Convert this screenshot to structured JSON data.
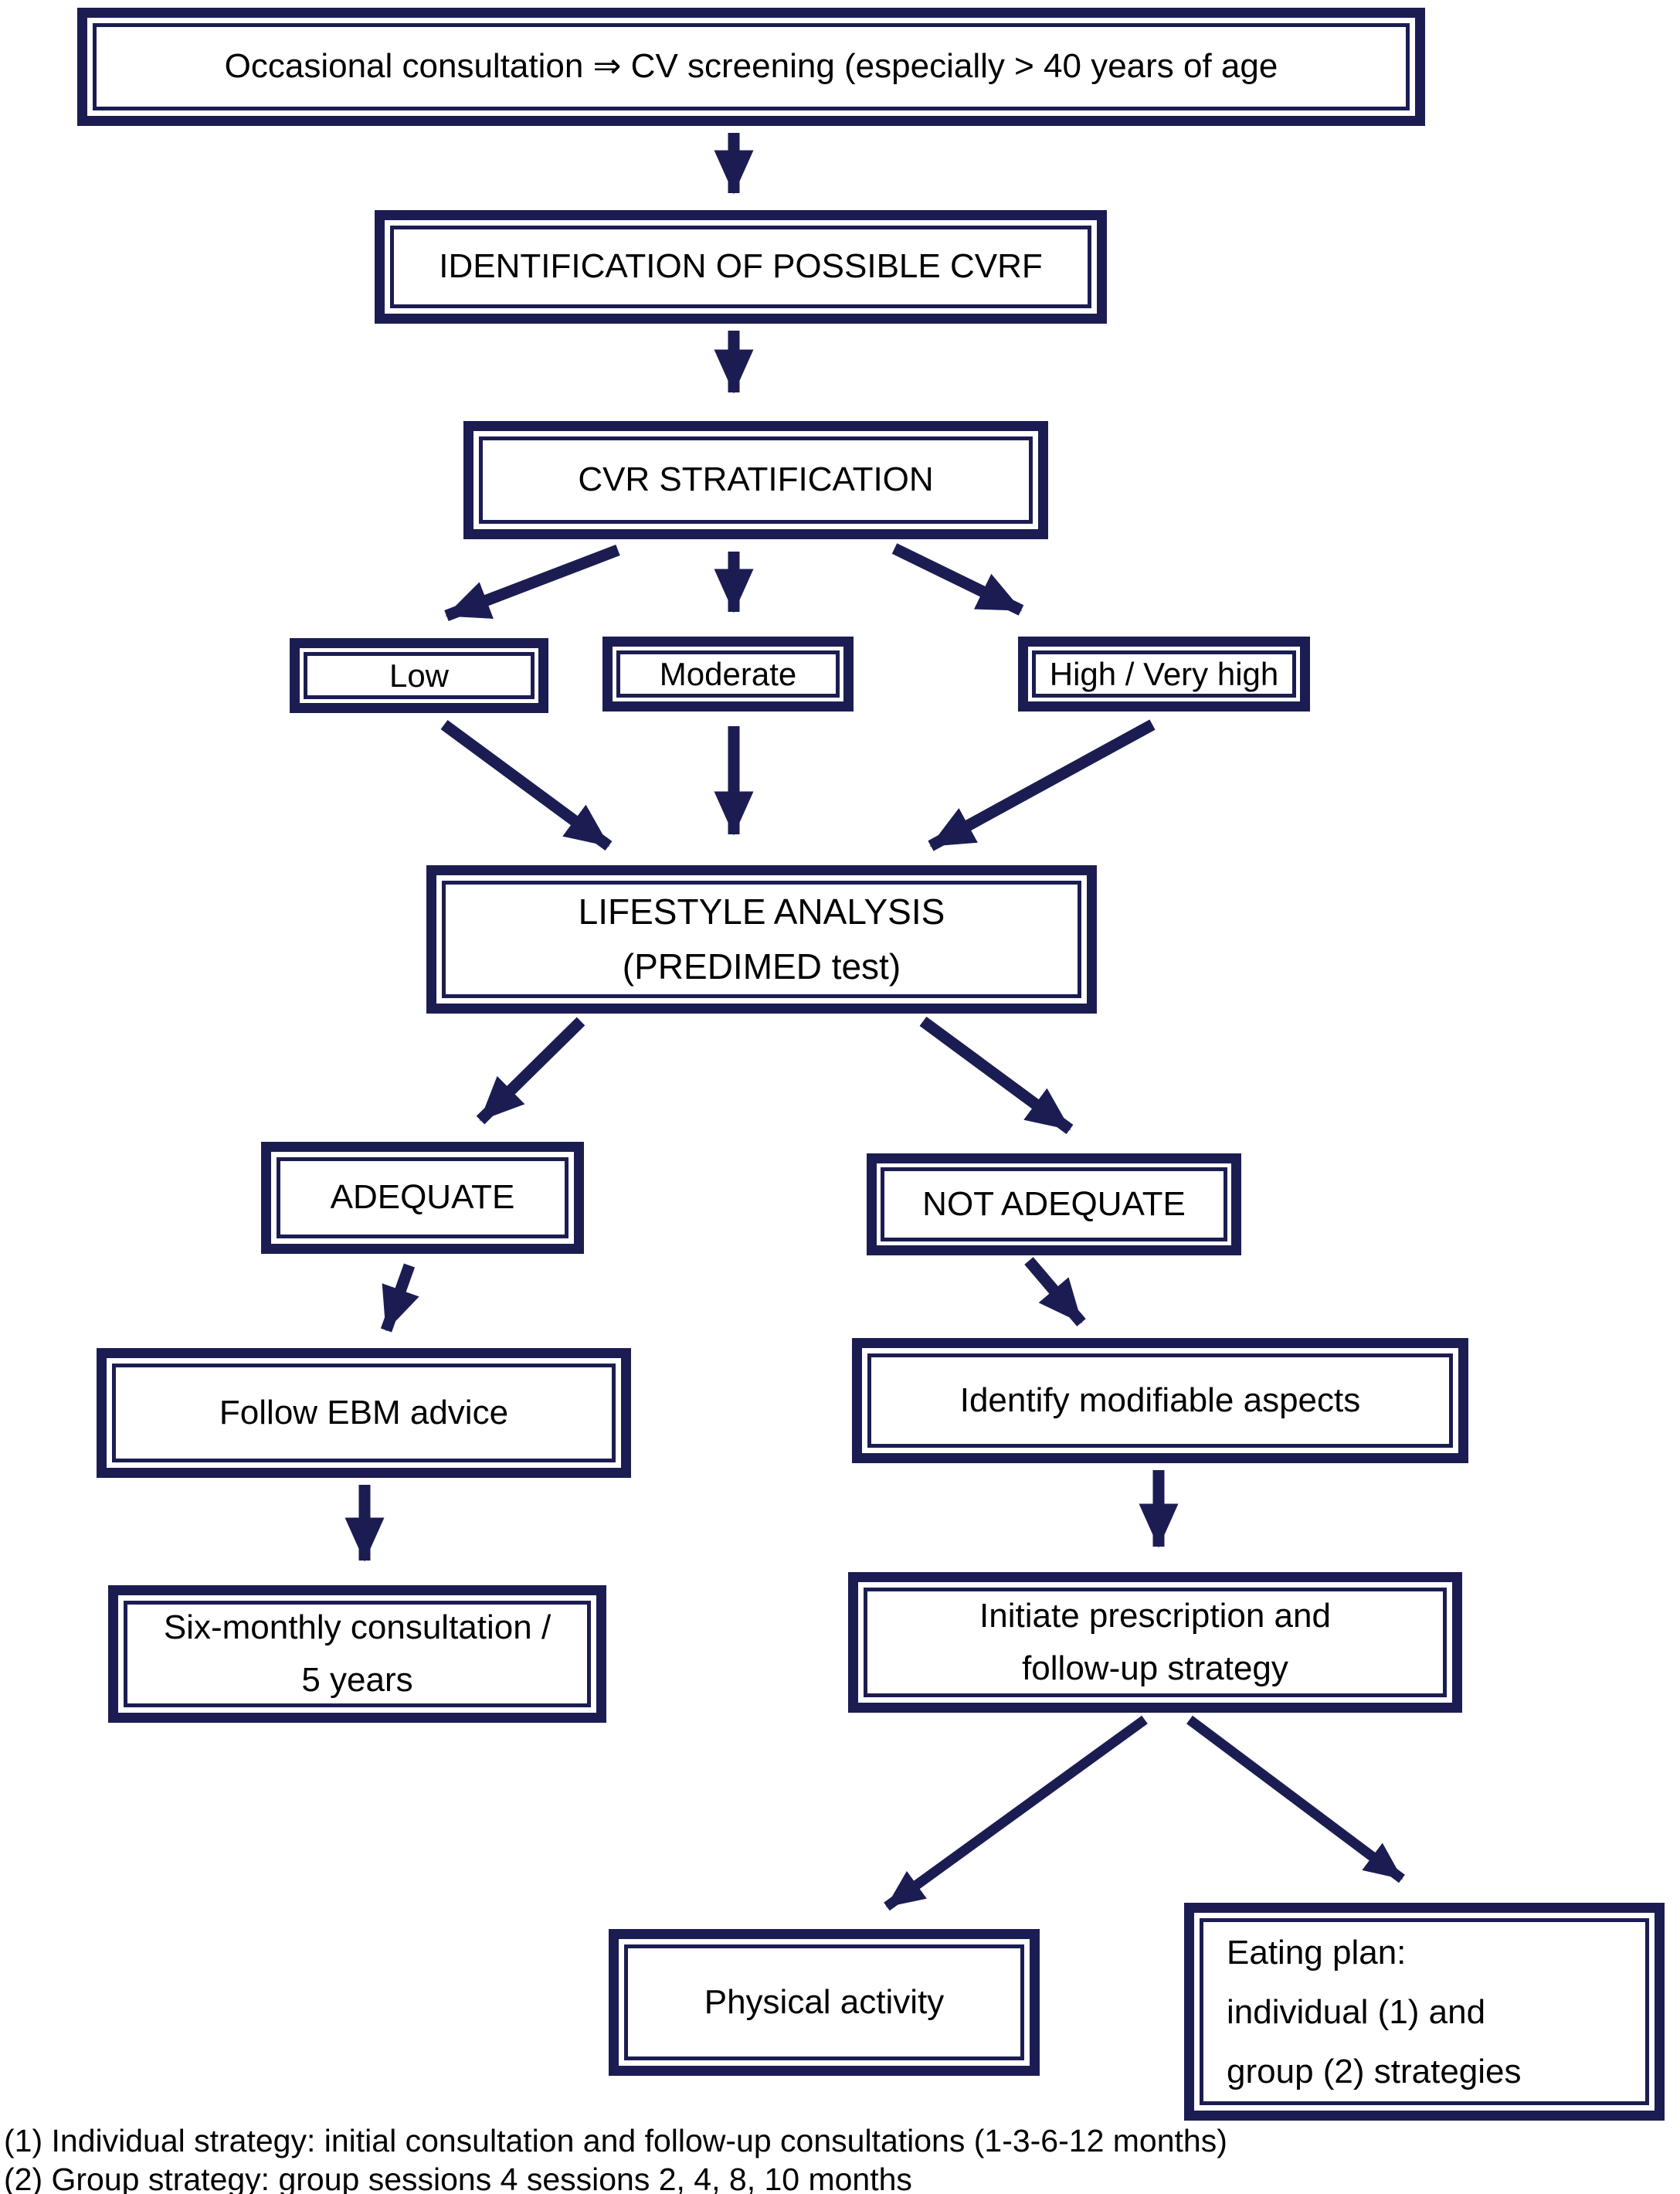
{
  "flowchart": {
    "nodes": {
      "screening": {
        "label": "Occasional consultation ⇒ CV screening (especially > 40 years of age"
      },
      "identification": {
        "label": "IDENTIFICATION OF POSSIBLE CVRF"
      },
      "stratification": {
        "label": "CVR STRATIFICATION"
      },
      "low": {
        "label": "Low"
      },
      "moderate": {
        "label": "Moderate"
      },
      "high": {
        "label": "High / Very high"
      },
      "lifestyle": {
        "label": "LIFESTYLE ANALYSIS\n(PREDIMED test)"
      },
      "adequate": {
        "label": "ADEQUATE"
      },
      "not_adequate": {
        "label": "NOT ADEQUATE"
      },
      "follow_ebm": {
        "label": "Follow EBM advice"
      },
      "six_monthly": {
        "label": "Six-monthly consultation /\n5 years"
      },
      "identify": {
        "label": "Identify modifiable aspects"
      },
      "initiate": {
        "label": "Initiate prescription and\nfollow-up strategy"
      },
      "physical": {
        "label": "Physical activity"
      },
      "eating": {
        "label": "Eating plan:\nindividual (1) and\ngroup (2) strategies"
      }
    },
    "footnotes": [
      "(1) Individual strategy: initial consultation and follow-up consultations (1-3-6-12 months)",
      "(2) Group strategy: group sessions 4 sessions 2, 4, 8, 10 months"
    ],
    "colors": {
      "box_border": "#1b1d52",
      "arrow": "#1b1d52",
      "text": "#000000",
      "background": "#ffffff"
    }
  }
}
